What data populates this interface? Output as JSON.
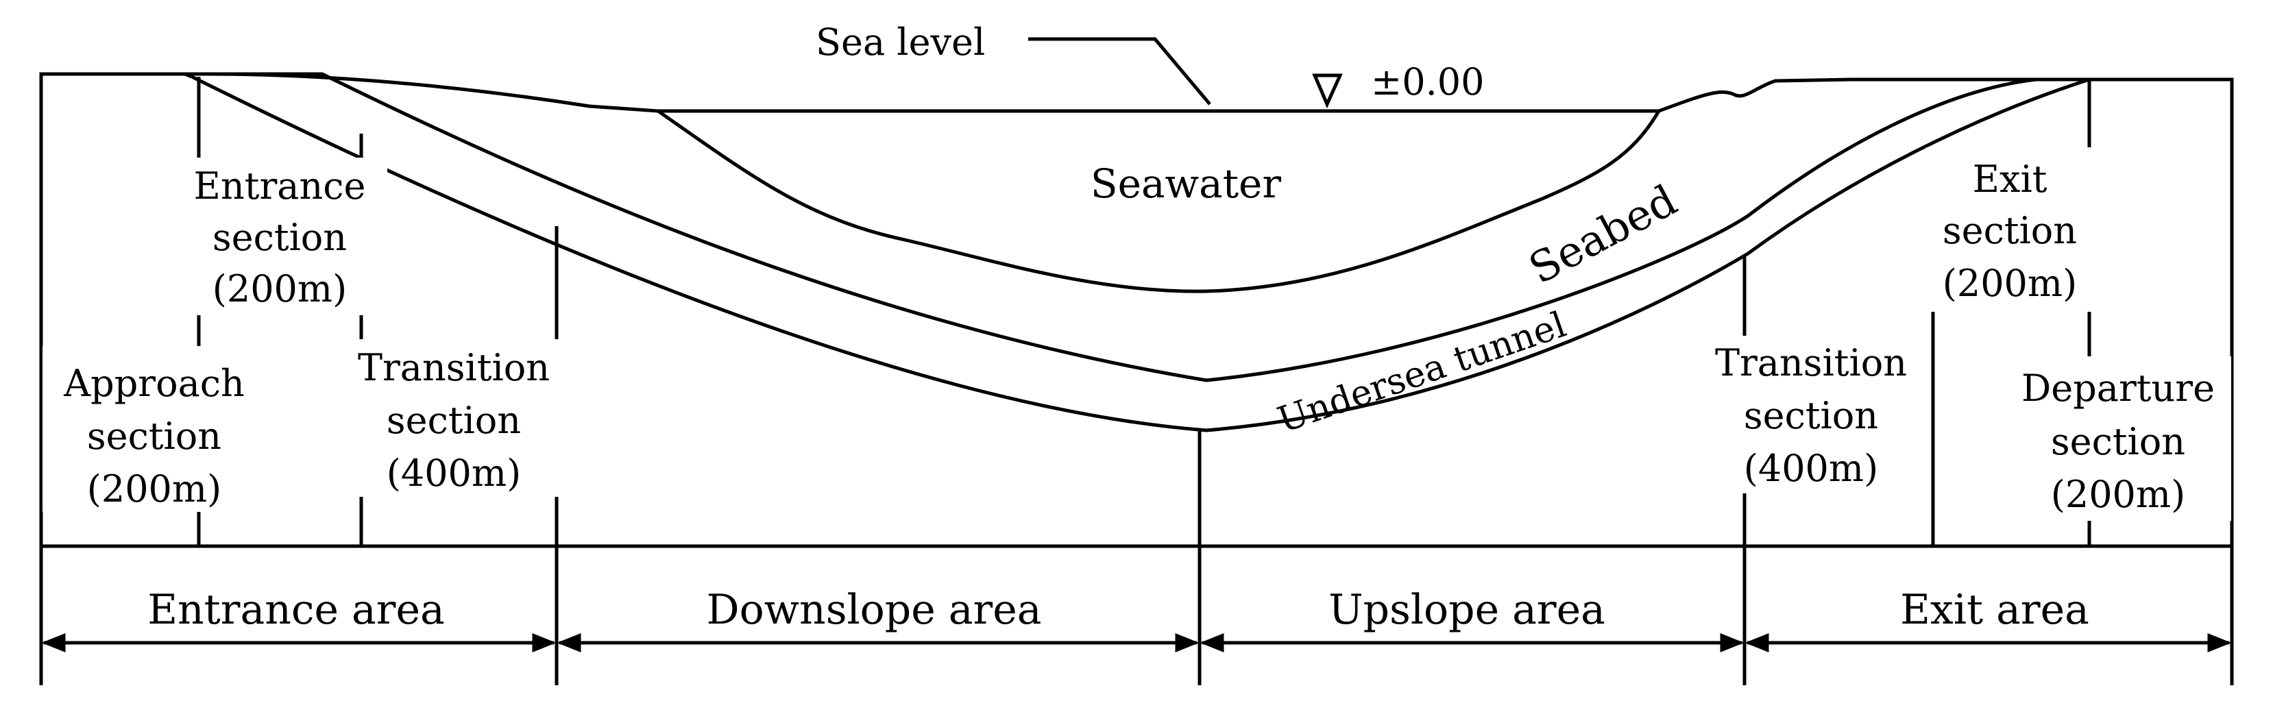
{
  "diagram": {
    "sea_level": {
      "label": "Sea level",
      "elevation": "±0.00"
    },
    "seawater": {
      "label": "Seawater"
    },
    "seabed": {
      "label": "Seabed"
    },
    "tunnel": {
      "label": "Undersea tunnel"
    },
    "sections": {
      "approach": [
        "Approach",
        "section",
        "(200m)"
      ],
      "entrance": [
        "Entrance",
        "section",
        "(200m)"
      ],
      "transition_left": [
        "Transition",
        "section",
        "(400m)"
      ],
      "transition_right": [
        "Transition",
        "section",
        "(400m)"
      ],
      "exit": [
        "Exit",
        "section",
        "(200m)"
      ],
      "departure": [
        "Departure",
        "section",
        "(200m)"
      ]
    },
    "areas": [
      "Entrance area",
      "Downslope area",
      "Upslope area",
      "Exit area"
    ],
    "colors": {
      "ground": "#FADA6B",
      "seawater": "#4BAAC6",
      "tunnel": "#FFFFFF",
      "line": "#000000"
    }
  }
}
